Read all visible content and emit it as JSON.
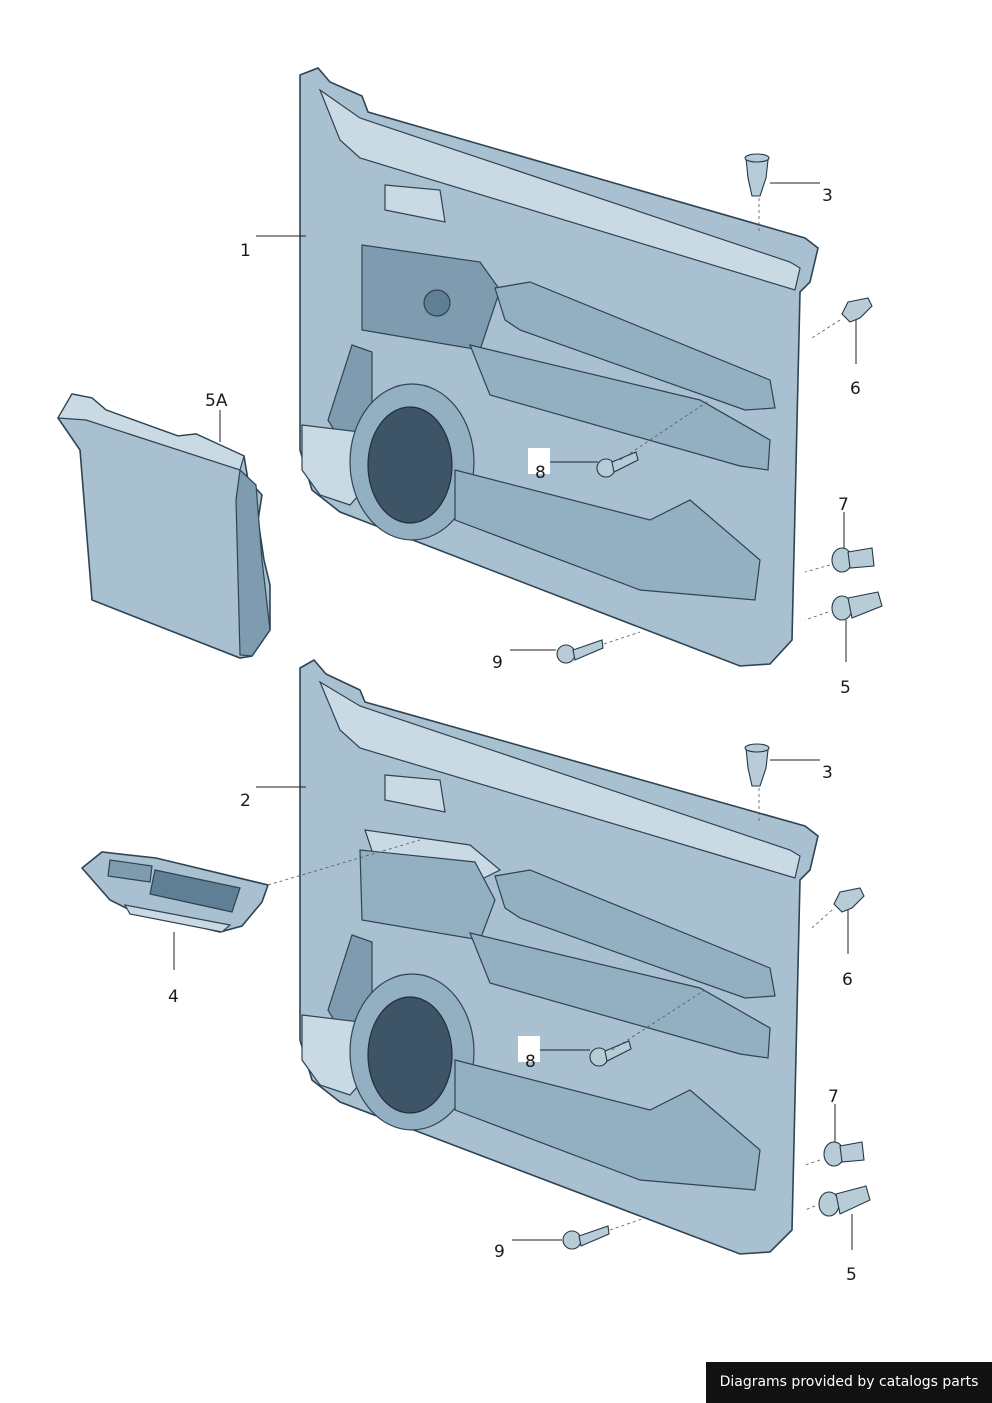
{
  "callouts": {
    "door_panel_upper": "1",
    "door_panel_lower": "2",
    "clip_top_upper": "3",
    "clip_top_lower": "3",
    "switch_bezel": "4",
    "clip_bottom_upper": "5",
    "clip_bottom_lower": "5",
    "trim_cover": "5A",
    "clip_side_upper": "6",
    "clip_side_lower": "6",
    "clip_mid_upper": "7",
    "clip_mid_lower": "7",
    "screw_handle_upper": "8",
    "screw_handle_lower": "8",
    "screw_pocket_upper": "9",
    "screw_pocket_lower": "9"
  },
  "credit": "Diagrams provided by catalogs parts"
}
